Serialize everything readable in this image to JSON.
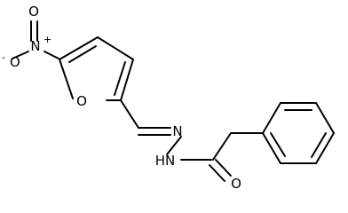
{
  "molecule": {
    "atoms": {
      "n_nitro": "N",
      "n_plus": "+",
      "o_top": "O",
      "o_left": "O",
      "o_minus": "-",
      "o_furan": "O",
      "n_imine": "N",
      "nh_hydrazide": "HN",
      "o_carbonyl": "O"
    }
  }
}
